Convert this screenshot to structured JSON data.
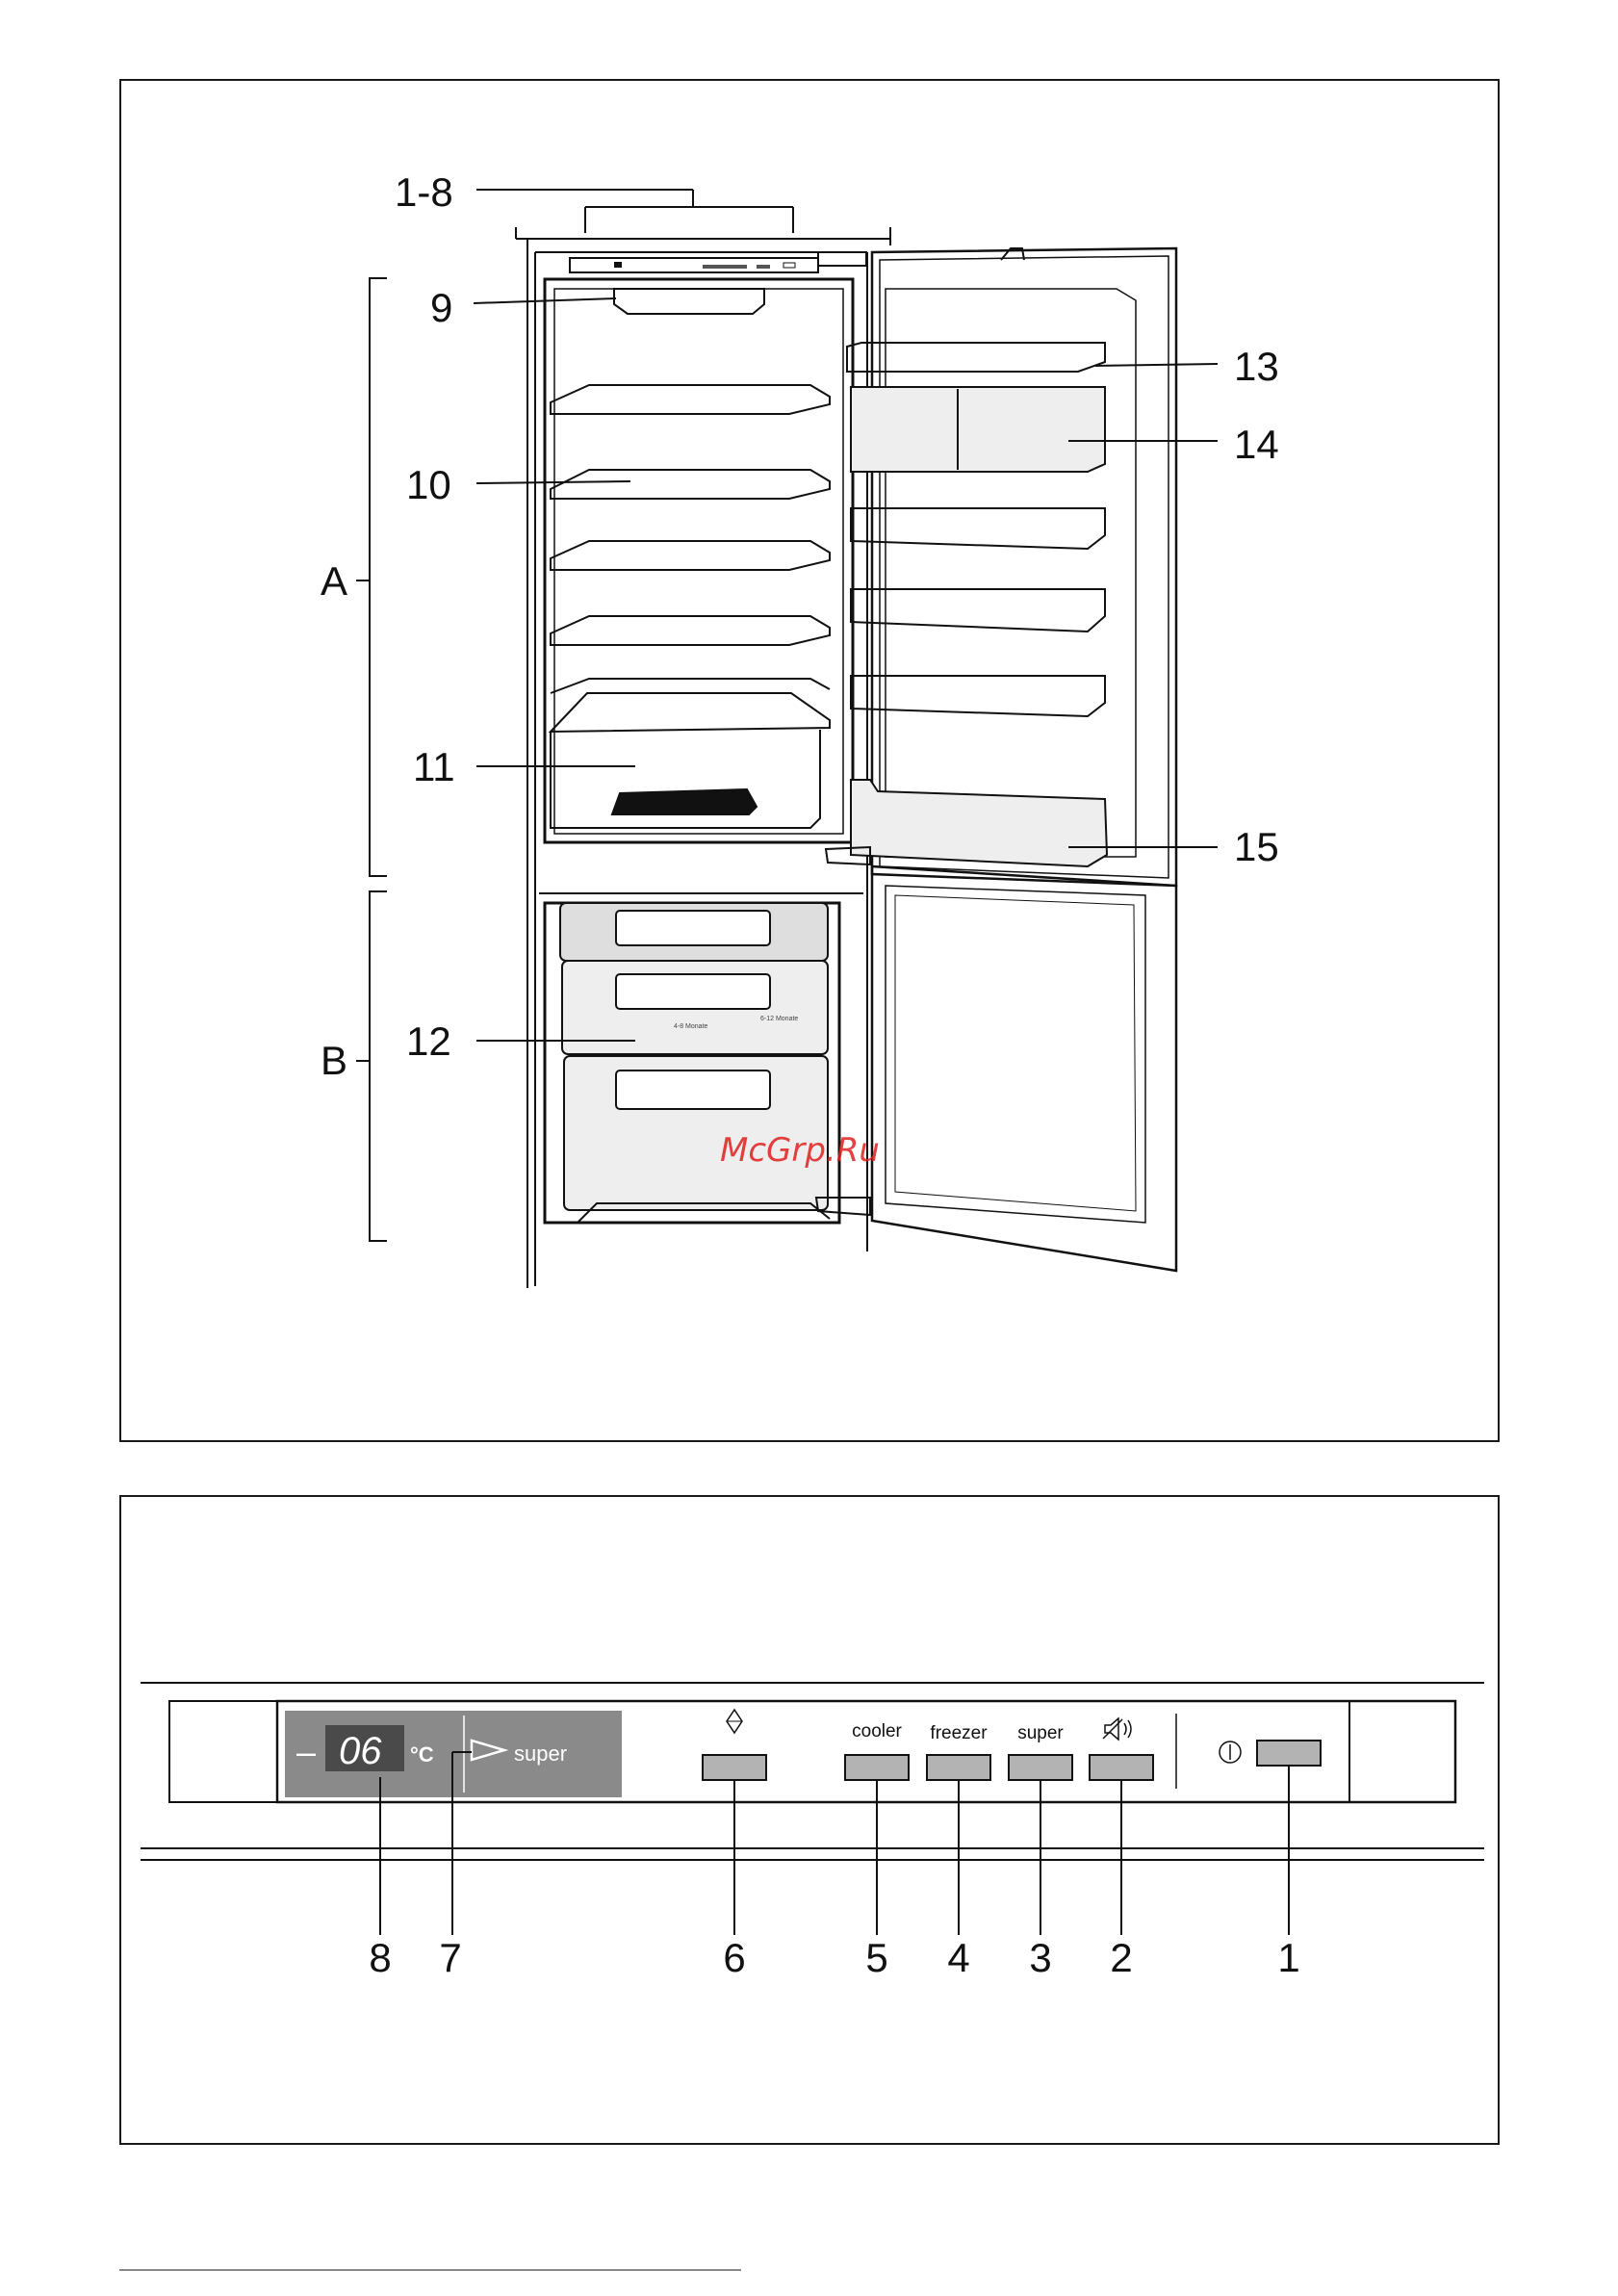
{
  "figure_top": {
    "callouts": {
      "c1_8": "1-8",
      "c9": "9",
      "c10": "10",
      "c11": "11",
      "c12": "12",
      "c13": "13",
      "c14": "14",
      "c15": "15",
      "zoneA": "A",
      "zoneB": "B"
    },
    "drawer_text": {
      "left": "4-8 Monate",
      "right": "6-12 Monate"
    },
    "watermark": "McGrp.Ru"
  },
  "figure_bottom": {
    "display": {
      "minus": "–",
      "temperature": "06",
      "unit": "°C",
      "super_label": "super"
    },
    "button_labels": {
      "cooler": "cooler",
      "freezer": "freezer",
      "super": "super"
    },
    "callouts": {
      "n8": "8",
      "n7": "7",
      "n6": "6",
      "n5": "5",
      "n4": "4",
      "n3": "3",
      "n2": "2",
      "n1": "1"
    },
    "icons": [
      "up-down-arrows-icon",
      "alarm-off-icon",
      "power-icon",
      "super-arrow-icon"
    ]
  }
}
